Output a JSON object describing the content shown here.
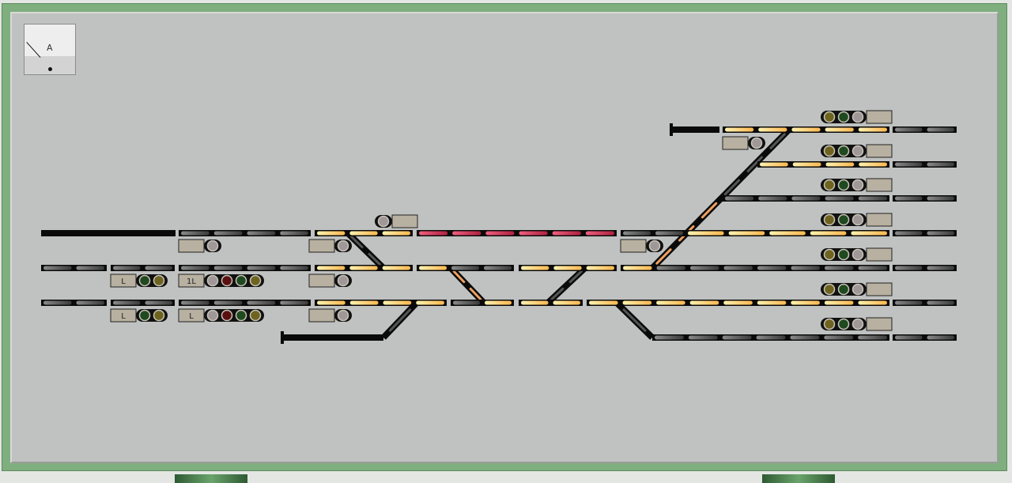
{
  "ammeter": {
    "unit_label": "A"
  },
  "colors": {
    "lit": "#ffd36a",
    "occupied": "#d8405a",
    "dark": "#5a5a5a",
    "track": "#0a0a0a",
    "plate": "#b8b0a0",
    "sig_yellow": "#6e6420",
    "sig_green": "#1f4a1f",
    "sig_red": "#5a1010",
    "sig_white": "#a09898"
  },
  "tracks": {
    "row_295": [
      "dark",
      "dark",
      "dark",
      "dark",
      "lit",
      "lit",
      "lit",
      "occupied",
      "occupied",
      "occupied",
      "occupied",
      "occupied",
      "occupied",
      "dark",
      "dark",
      "lit",
      "lit",
      "lit",
      "lit",
      "lit",
      "dark",
      "dark"
    ],
    "row_339": [
      "dark",
      "dark",
      "dark",
      "dark",
      "dark",
      "dark",
      "dark",
      "dark",
      "lit",
      "lit",
      "lit",
      "lit",
      "dark",
      "dark",
      "lit",
      "lit",
      "lit",
      "lit",
      "dark",
      "dark",
      "dark",
      "dark",
      "dark",
      "dark",
      "dark",
      "dark",
      "dark"
    ],
    "row_383": [
      "dark",
      "dark",
      "dark",
      "dark",
      "dark",
      "dark",
      "dark",
      "dark",
      "lit",
      "lit",
      "lit",
      "lit",
      "dark",
      "lit",
      "lit",
      "lit",
      "lit",
      "lit",
      "lit",
      "lit",
      "lit",
      "lit",
      "lit",
      "lit",
      "lit",
      "dark",
      "dark"
    ],
    "row_427": [
      "dark",
      "dark",
      "dark",
      "dark",
      "dark",
      "dark",
      "dark",
      "dark",
      "dark"
    ],
    "row_164": [
      "lit",
      "lit",
      "lit",
      "lit",
      "lit",
      "dark",
      "dark"
    ],
    "row_208": [
      "lit",
      "lit",
      "lit",
      "lit",
      "dark",
      "dark"
    ],
    "row_251": [
      "dark",
      "dark",
      "dark",
      "dark",
      "dark",
      "dark",
      "dark"
    ]
  },
  "signals": [
    {
      "id": "s1",
      "label": "",
      "lamps": [
        "white"
      ]
    },
    {
      "id": "s2",
      "label": "",
      "lamps": [
        "white"
      ]
    },
    {
      "id": "s3",
      "label": "",
      "lamps": [
        "white"
      ]
    },
    {
      "id": "s4",
      "label": "",
      "lamps": [
        "white"
      ]
    },
    {
      "id": "s5",
      "label": "",
      "lamps": [
        "white"
      ]
    },
    {
      "id": "s6",
      "label": "L",
      "lamps": [
        "green",
        "yellow"
      ]
    },
    {
      "id": "s7",
      "label": "1L",
      "lamps": [
        "white",
        "red",
        "green",
        "yellow"
      ]
    },
    {
      "id": "s8",
      "label": "",
      "lamps": [
        "white"
      ]
    },
    {
      "id": "s9",
      "label": "L",
      "lamps": [
        "green",
        "yellow"
      ]
    },
    {
      "id": "s10",
      "label": "L",
      "lamps": [
        "white",
        "red",
        "green",
        "yellow"
      ]
    },
    {
      "id": "s11",
      "label": "",
      "lamps": [
        "white"
      ]
    },
    {
      "id": "r1",
      "label": "",
      "lamps": [
        "yellow",
        "green",
        "white"
      ]
    },
    {
      "id": "r2",
      "label": "",
      "lamps": [
        "yellow",
        "green",
        "white"
      ]
    },
    {
      "id": "r3",
      "label": "",
      "lamps": [
        "yellow",
        "green",
        "white"
      ]
    },
    {
      "id": "r4",
      "label": "",
      "lamps": [
        "yellow",
        "green",
        "white"
      ]
    },
    {
      "id": "r5",
      "label": "",
      "lamps": [
        "yellow",
        "green",
        "white"
      ]
    },
    {
      "id": "r6",
      "label": "",
      "lamps": [
        "yellow",
        "green",
        "white"
      ]
    },
    {
      "id": "r7",
      "label": "",
      "lamps": [
        "yellow",
        "green",
        "white"
      ]
    }
  ]
}
